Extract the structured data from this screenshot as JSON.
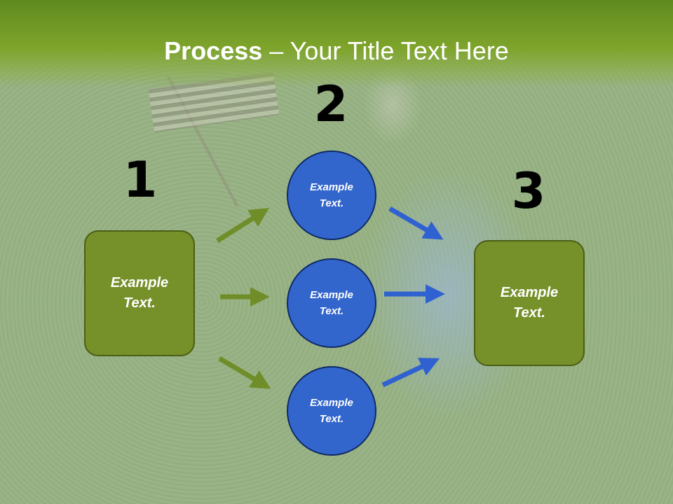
{
  "title": {
    "bold": "Process",
    "rest": " – Your Title Text Here"
  },
  "numbers": [
    "1",
    "2",
    "3"
  ],
  "box_left": {
    "line1": "Example",
    "line2": "Text."
  },
  "box_right": {
    "line1": "Example",
    "line2": "Text."
  },
  "circles": [
    {
      "line1": "Example",
      "line2": "Text."
    },
    {
      "line1": "Example",
      "line2": "Text."
    },
    {
      "line1": "Example",
      "line2": "Text."
    }
  ],
  "colors": {
    "header_green": "#7ea42b",
    "box_green": "#76902a",
    "circle_blue": "#3366cc",
    "arrow_green": "#6f8d28",
    "arrow_blue": "#2f62d0"
  }
}
